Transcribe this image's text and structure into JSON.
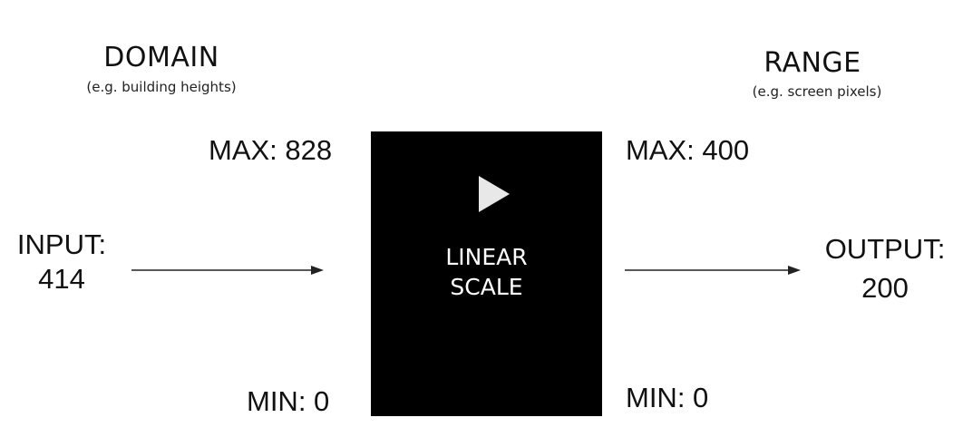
{
  "domain": {
    "title": "DOMAIN",
    "subtitle": "(e.g. building heights)",
    "max_label": "MAX: 828",
    "min_label": "MIN: 0"
  },
  "range": {
    "title": "RANGE",
    "subtitle": "(e.g. screen pixels)",
    "max_label": "MAX: 400",
    "min_label": "MIN: 0"
  },
  "input": {
    "label": "INPUT:",
    "value": "414"
  },
  "output": {
    "label": "OUTPUT:",
    "value": "200"
  },
  "scale": {
    "line1": "LINEAR",
    "line2": "SCALE",
    "box_color": "#000000",
    "play_icon": "play-icon"
  }
}
